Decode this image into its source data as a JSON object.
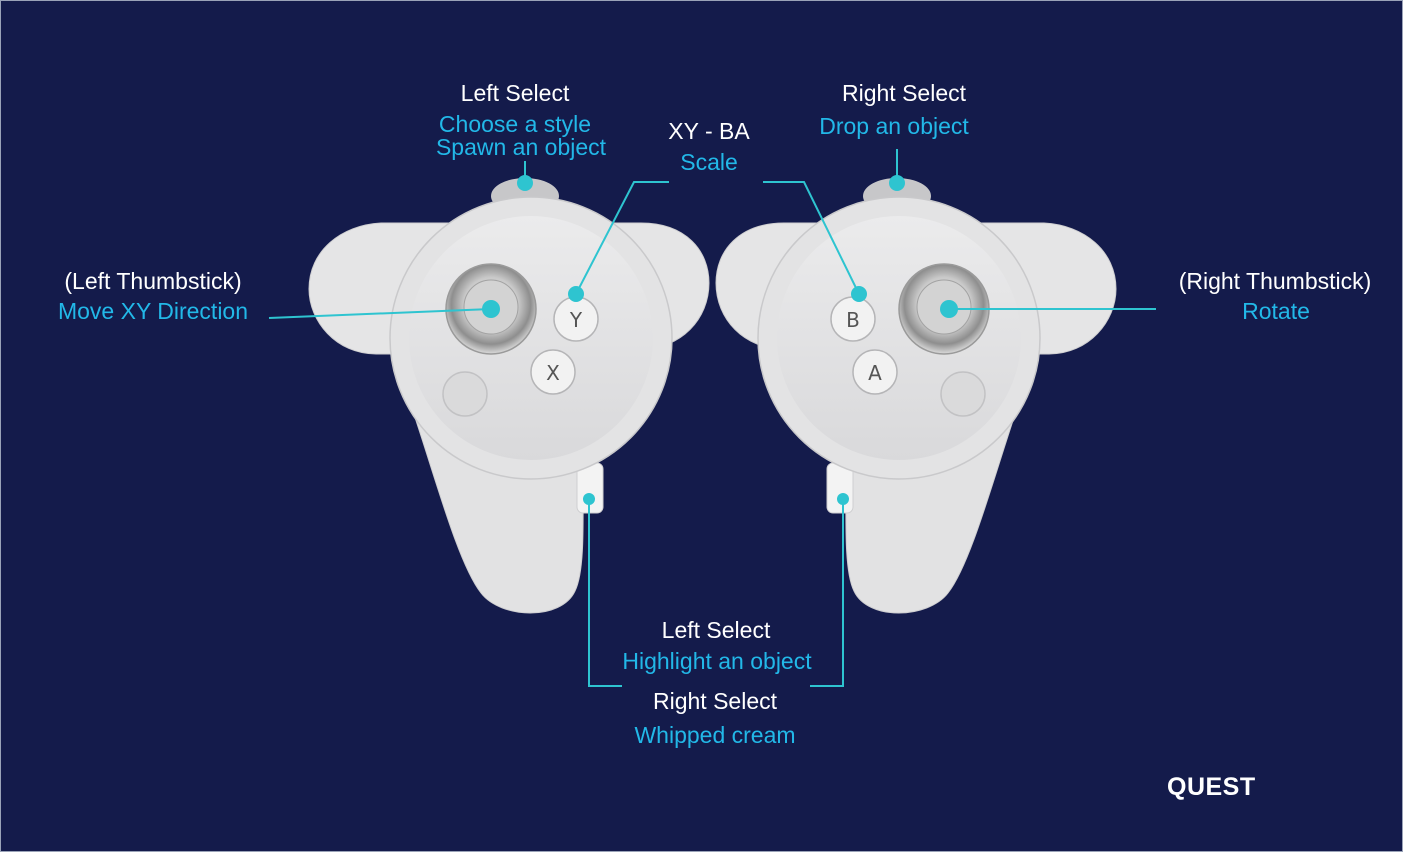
{
  "buttons": {
    "y": "Y",
    "x": "X",
    "b": "B",
    "a": "A"
  },
  "labels": {
    "left_select_top": {
      "title": "Left Select",
      "action1": "Choose a style",
      "action2": "Spawn an object"
    },
    "xy_ba": {
      "title": "XY - BA",
      "action": "Scale"
    },
    "right_select_top": {
      "title": "Right Select",
      "action": "Drop an object"
    },
    "left_thumbstick": {
      "title": "(Left Thumbstick)",
      "action": "Move XY Direction"
    },
    "right_thumbstick": {
      "title": "(Right Thumbstick)",
      "action": "Rotate"
    },
    "left_select_bottom": {
      "title": "Left Select",
      "action": "Highlight an object"
    },
    "right_select_bottom": {
      "title": "Right Select",
      "action": "Whipped cream"
    }
  },
  "brand": "QUEST",
  "colors": {
    "background": "#141b4b",
    "callout": "#2ec4d0",
    "action_text": "#22b8e8",
    "controller": "#e3e3e4"
  }
}
